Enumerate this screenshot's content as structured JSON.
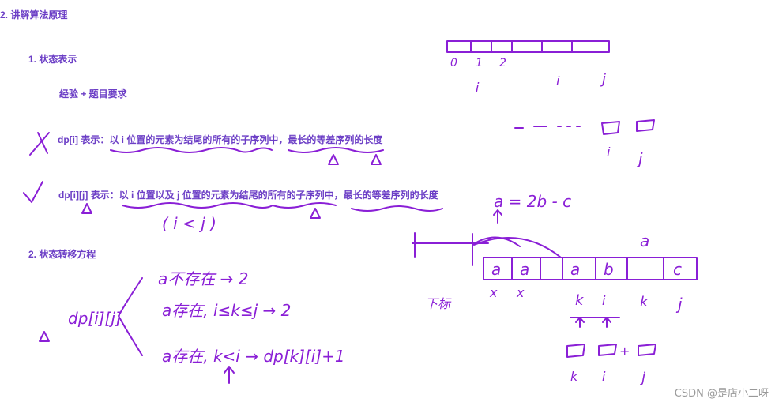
{
  "heading": "2. 讲解算法原理",
  "state": {
    "title": "1. 状态表示",
    "hint": "经验 + 题目要求",
    "def1": "dp[i] 表示：以 i 位置的元素为结尾的所有的子序列中，最长的等差序列的长度",
    "def2": "dp[i][j] 表示：以 i 位置以及 j 位置的元素为结尾的所有的子序列中，最长的等差序列的长度"
  },
  "transition": {
    "title": "2. 状态转移方程"
  },
  "watermark": "CSDN @是店小二呀",
  "ink_color": "#8a1fd6",
  "text_color": "#6c3fc6"
}
